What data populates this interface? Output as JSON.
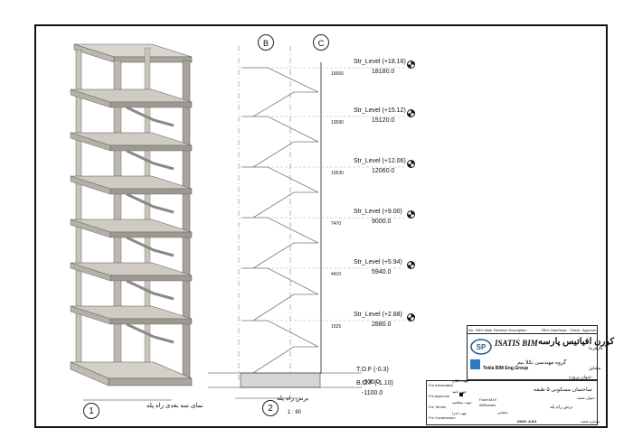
{
  "grid": {
    "left": "B",
    "right": "C"
  },
  "levels": [
    {
      "name": "Str_Level (+18.18)",
      "value": "18180.0",
      "tag": "16650"
    },
    {
      "name": "Str_Level (+15.12)",
      "value": "15120.0",
      "tag": "13590"
    },
    {
      "name": "Str_Level (+12.06)",
      "value": "12060.0",
      "tag": "10530"
    },
    {
      "name": "Str_Level (+9.00)",
      "value": "9000.0",
      "tag": "7470"
    },
    {
      "name": "Str_Level (+5.94)",
      "value": "5940.0",
      "tag": "4410"
    },
    {
      "name": "Str_Level (+2.88)",
      "value": "2880.0",
      "tag": "1525"
    }
  ],
  "foundation": {
    "tof_name": "T.O.F (-0.3)",
    "tof_value": "-300.0",
    "bof_name": "B.O.F (-1.10)",
    "bof_value": "-1100.0"
  },
  "views": {
    "view1": {
      "number": "1",
      "caption": "نمای سه بعدی راه پله"
    },
    "view2": {
      "number": "2",
      "caption": "برش راه پله",
      "scale": "1 : 80"
    }
  },
  "title_block": {
    "rev_headers": [
      "No.",
      "REV Mark",
      "Revision Description",
      "REV Date",
      "Draw.",
      "Check.",
      "Approve."
    ],
    "firm_en": "ISATIS BIM",
    "firm_fa": "کورن افیاتیس پارسه",
    "group_fa": "گروه مهندسی تکلا بیم",
    "group_en": "Tekla BIM Eng.Group",
    "side_fa": "کارفرما",
    "side_fa2": "مشاور",
    "project_label": "عنوان پروژه:",
    "project_title": "ساختمان مسکونی ۵ طبقه",
    "drawing_label": "عنوان نقشه:",
    "drawing_title": "برش راه پله",
    "purposes": [
      "For Information",
      "For Approval",
      "For Tender",
      "For Construction"
    ],
    "purposes_fa": [
      "جهت اطلاع",
      "جهت تایید",
      "جهت مناقصه",
      "جهت اجرا"
    ],
    "designer": "Fazel.M.M",
    "checker": "AliRezaee",
    "scale_label": "مقیاس",
    "dwg_label": "DWG: A101",
    "sheet_label": "شماره نقشه"
  }
}
